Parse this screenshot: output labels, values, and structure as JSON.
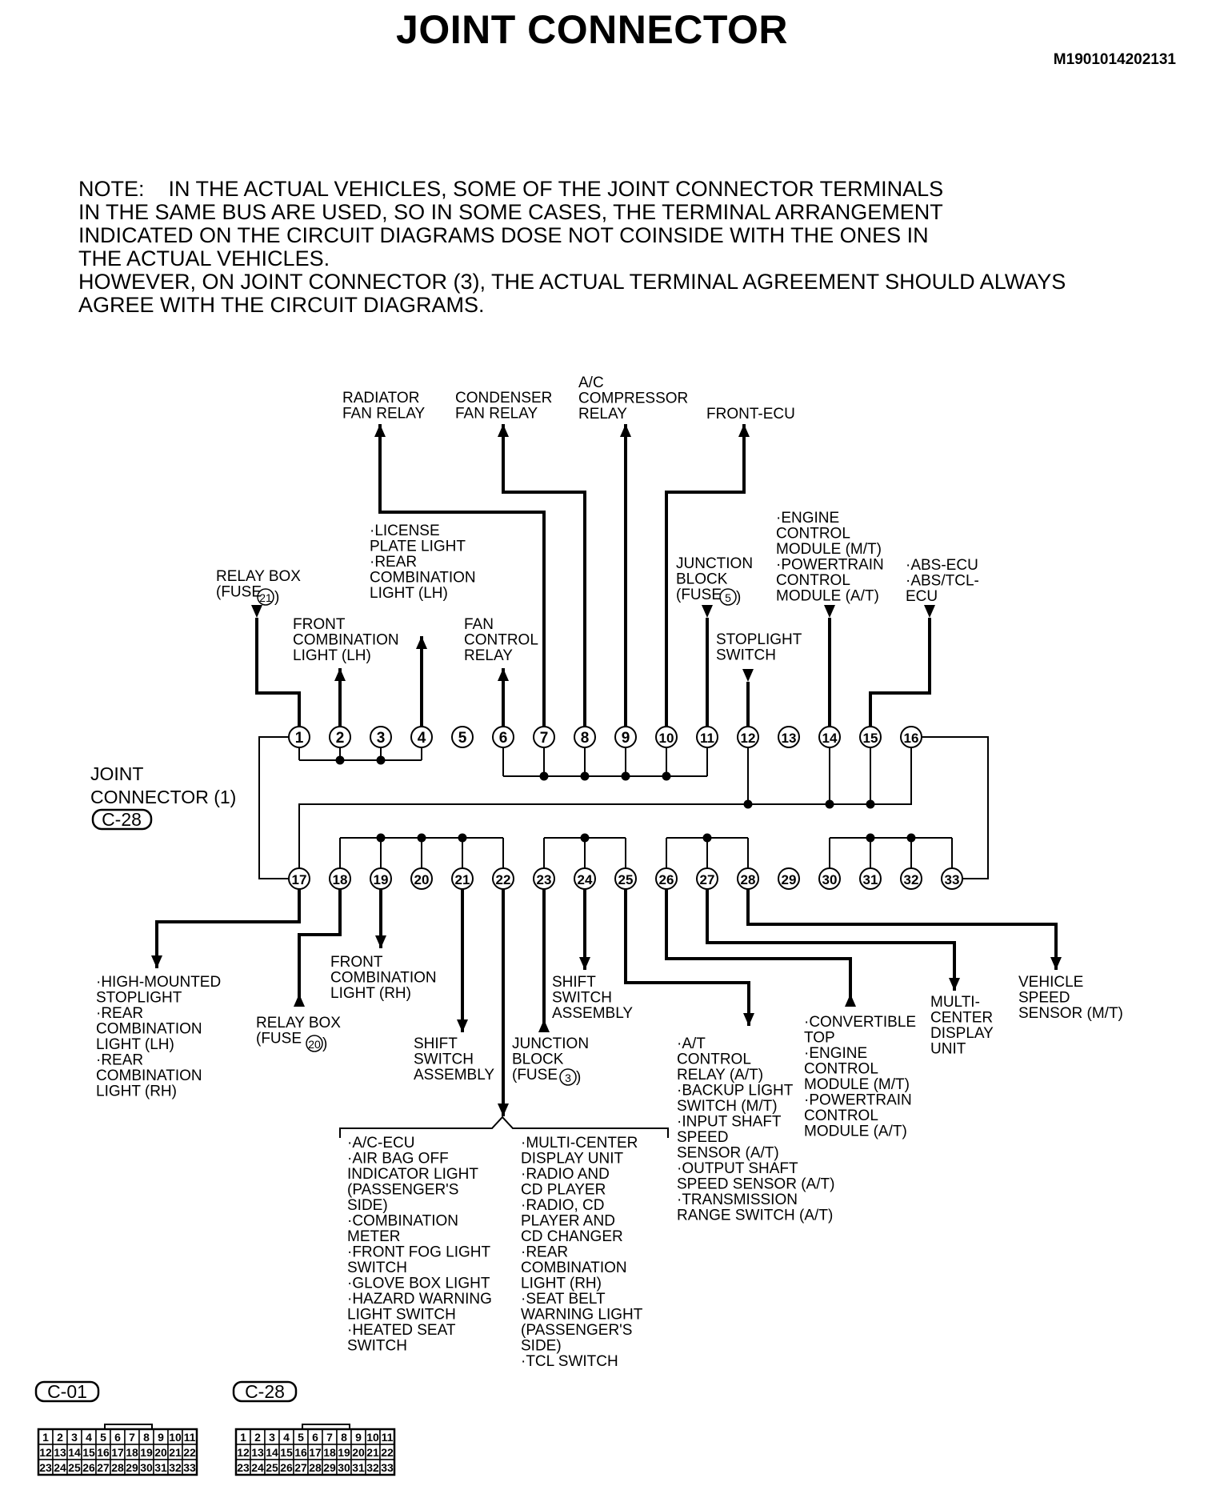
{
  "title": "JOINT CONNECTOR",
  "doc_code": "M1901014202131",
  "note": [
    "NOTE:    IN THE ACTUAL VEHICLES, SOME OF THE JOINT CONNECTOR TERMINALS",
    "IN THE SAME BUS ARE USED, SO IN SOME CASES, THE TERMINAL ARRANGEMENT",
    "INDICATED ON THE CIRCUIT DIAGRAMS DOSE NOT COINSIDE WITH THE ONES IN",
    "THE ACTUAL VEHICLES.",
    "HOWEVER, ON JOINT CONNECTOR (3), THE ACTUAL TERMINAL AGREEMENT SHOULD ALWAYS",
    "AGREE WITH THE CIRCUIT DIAGRAMS."
  ],
  "connector_label": [
    "JOINT",
    "CONNECTOR (1)"
  ],
  "connector_code": "C-28",
  "terminals_top": [
    "1",
    "2",
    "3",
    "4",
    "5",
    "6",
    "7",
    "8",
    "9",
    "10",
    "11",
    "12",
    "13",
    "14",
    "15",
    "16"
  ],
  "terminals_bottom": [
    "17",
    "18",
    "19",
    "20",
    "21",
    "22",
    "23",
    "24",
    "25",
    "26",
    "27",
    "28",
    "29",
    "30",
    "31",
    "32",
    "33"
  ],
  "labels": {
    "radiator_fan_relay": [
      "RADIATOR",
      "FAN RELAY"
    ],
    "condenser_fan_relay": [
      "CONDENSER",
      "FAN RELAY"
    ],
    "ac_compressor_relay": [
      "A/C",
      "COMPRESSOR",
      "RELAY"
    ],
    "front_ecu": [
      "FRONT-ECU"
    ],
    "license_plate": [
      "·LICENSE",
      "PLATE LIGHT",
      "·REAR",
      "COMBINATION",
      "LIGHT (LH)"
    ],
    "engine_control": [
      "·ENGINE",
      "CONTROL",
      "MODULE (M/T)",
      "·POWERTRAIN",
      "CONTROL",
      "MODULE (A/T)"
    ],
    "relay_box_21": [
      "RELAY BOX",
      "(FUSE"
    ],
    "relay_box_21_fuse": "21",
    "junction_block_5": [
      "JUNCTION",
      "BLOCK",
      "(FUSE"
    ],
    "junction_block_5_fuse": "5",
    "abs_ecu": [
      "·ABS-ECU",
      "·ABS/TCL-",
      "ECU"
    ],
    "front_combination_lh": [
      "FRONT",
      "COMBINATION",
      "LIGHT (LH)"
    ],
    "fan_control_relay": [
      "FAN",
      "CONTROL",
      "RELAY"
    ],
    "stoplight_switch": [
      "STOPLIGHT",
      "SWITCH"
    ],
    "high_mounted": [
      "·HIGH-MOUNTED",
      "STOPLIGHT",
      "·REAR",
      "COMBINATION",
      "LIGHT (LH)",
      "·REAR",
      "COMBINATION",
      "LIGHT (RH)"
    ],
    "front_combination_rh": [
      "FRONT",
      "COMBINATION",
      "LIGHT (RH)"
    ],
    "relay_box_20": [
      "RELAY BOX",
      "(FUSE"
    ],
    "relay_box_20_fuse": "20",
    "shift_switch_21": [
      "SHIFT",
      "SWITCH",
      "ASSEMBLY"
    ],
    "shift_switch_24": [
      "SHIFT",
      "SWITCH",
      "ASSEMBLY"
    ],
    "junction_block_3": [
      "JUNCTION",
      "BLOCK",
      "(FUSE"
    ],
    "junction_block_3_fuse": "3",
    "at_control": [
      "·A/T",
      "CONTROL",
      "RELAY (A/T)",
      "·BACKUP LIGHT",
      "SWITCH (M/T)",
      "·INPUT SHAFT",
      "SPEED",
      "SENSOR (A/T)",
      "·OUTPUT SHAFT",
      "SPEED SENSOR (A/T)",
      "·TRANSMISSION",
      "RANGE SWITCH (A/T)"
    ],
    "convertible_top": [
      "·CONVERTIBLE",
      "TOP",
      "·ENGINE",
      "CONTROL",
      "MODULE (M/T)",
      "·POWERTRAIN",
      "CONTROL",
      "MODULE (A/T)"
    ],
    "multi_center": [
      "MULTI-",
      "CENTER",
      "DISPLAY",
      "UNIT"
    ],
    "vehicle_speed": [
      "VEHICLE",
      "SPEED",
      "SENSOR (M/T)"
    ],
    "bus22_left": [
      "·A/C-ECU",
      "·AIR BAG OFF",
      "INDICATOR LIGHT",
      "(PASSENGER'S",
      "SIDE)",
      "·COMBINATION",
      "METER",
      "·FRONT FOG LIGHT",
      "SWITCH",
      "·GLOVE BOX LIGHT",
      "·HAZARD WARNING",
      "LIGHT SWITCH",
      "·HEATED SEAT",
      "SWITCH"
    ],
    "bus22_right": [
      "·MULTI-CENTER",
      "DISPLAY UNIT",
      "·RADIO AND",
      "CD PLAYER",
      "·RADIO, CD",
      "PLAYER AND",
      "CD CHANGER",
      "·REAR",
      "COMBINATION",
      "LIGHT (RH)",
      "·SEAT BELT",
      "WARNING LIGHT",
      "(PASSENGER'S",
      "SIDE)",
      "·TCL SWITCH"
    ]
  },
  "connector_views": [
    {
      "code": "C-01",
      "rows": [
        [
          "1",
          "2",
          "3",
          "4",
          "5",
          "6",
          "7",
          "8",
          "9",
          "10",
          "11"
        ],
        [
          "12",
          "13",
          "14",
          "15",
          "16",
          "17",
          "18",
          "19",
          "20",
          "21",
          "22"
        ],
        [
          "23",
          "24",
          "25",
          "26",
          "27",
          "28",
          "29",
          "30",
          "31",
          "32",
          "33"
        ]
      ]
    },
    {
      "code": "C-28",
      "rows": [
        [
          "1",
          "2",
          "3",
          "4",
          "5",
          "6",
          "7",
          "8",
          "9",
          "10",
          "11"
        ],
        [
          "12",
          "13",
          "14",
          "15",
          "16",
          "17",
          "18",
          "19",
          "20",
          "21",
          "22"
        ],
        [
          "23",
          "24",
          "25",
          "26",
          "27",
          "28",
          "29",
          "30",
          "31",
          "32",
          "33"
        ]
      ]
    }
  ]
}
